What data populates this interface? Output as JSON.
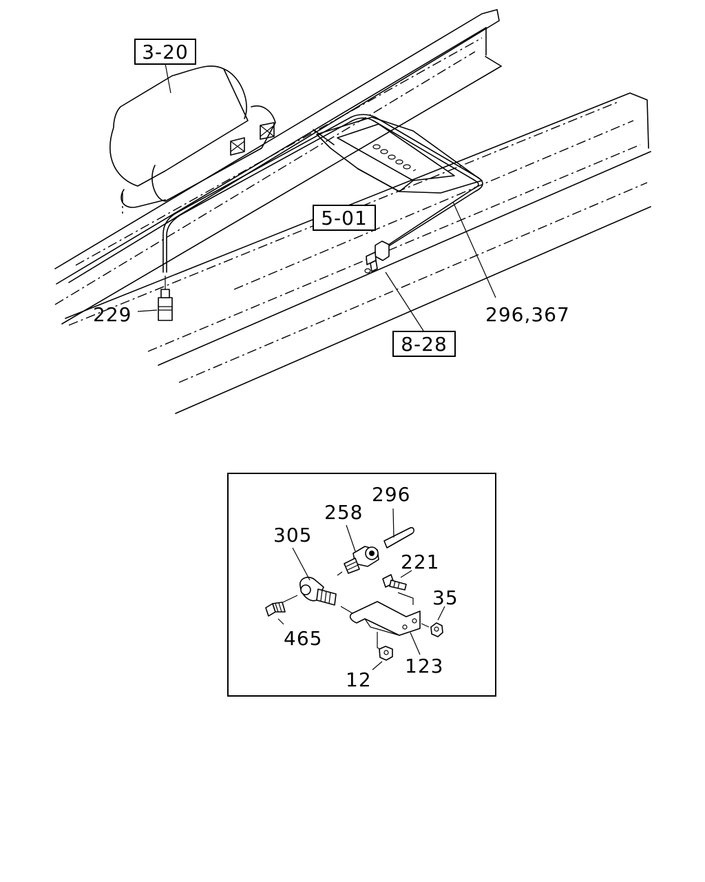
{
  "upper_view": {
    "ref_boxes": [
      "3-20",
      "5-01",
      "8-28"
    ],
    "part_labels": [
      "229",
      "296,367"
    ]
  },
  "detail_view": {
    "part_labels": [
      "296",
      "258",
      "305",
      "221",
      "35",
      "465",
      "123",
      "12"
    ]
  }
}
